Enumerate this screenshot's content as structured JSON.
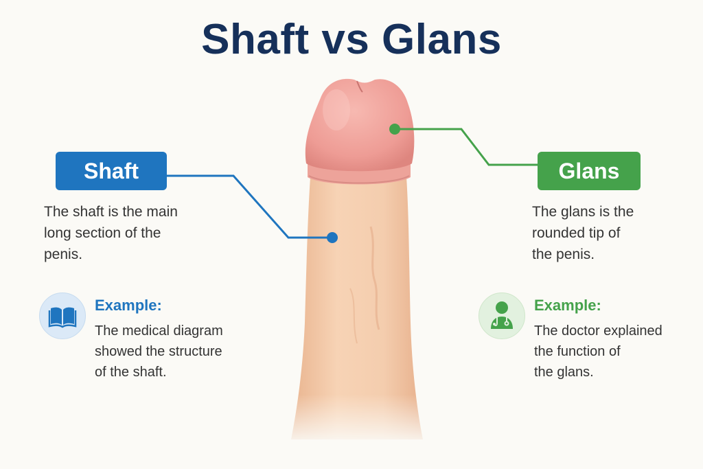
{
  "title": "Shaft vs Glans",
  "shaft": {
    "label": "Shaft",
    "description": "The shaft is the main\nlong section of the\npenis.",
    "example_label": "Example:",
    "example_text": "The medical diagram\nshowed the structure\nof the shaft.",
    "icon": "book-icon"
  },
  "glans": {
    "label": "Glans",
    "description": "The glans is the\nrounded tip of\nthe penis.",
    "example_label": "Example:",
    "example_text": "The doctor explained\nthe function of\nthe glans.",
    "icon": "doctor-icon"
  },
  "colors": {
    "title": "#16305a",
    "shaft_accent": "#1f75bf",
    "glans_accent": "#45a24b",
    "shaft_skin": "#f3c9a6",
    "glans_skin": "#f2a6a0"
  }
}
